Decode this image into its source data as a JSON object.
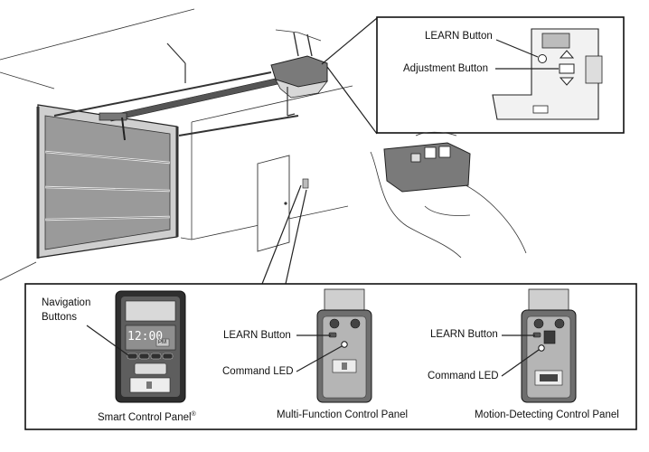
{
  "callout_opener": {
    "learn_button_label": "LEARN Button",
    "adjustment_button_label": "Adjustment Button"
  },
  "panels": [
    {
      "caption": "Smart Control Panel",
      "caption_mark": "®",
      "labels": [
        "Navigation",
        "Buttons"
      ],
      "display_time": "12:00",
      "display_badge": "PM"
    },
    {
      "caption": "Multi-Function Control Panel",
      "learn_label": "LEARN Button",
      "led_label": "Command LED"
    },
    {
      "caption": "Motion-Detecting Control Panel",
      "learn_label": "LEARN Button",
      "led_label": "Command LED"
    }
  ],
  "colors": {
    "line": "#222222",
    "panel_dark": "#555555",
    "panel_mid": "#8c8c8c",
    "panel_light": "#d9d9d9"
  }
}
